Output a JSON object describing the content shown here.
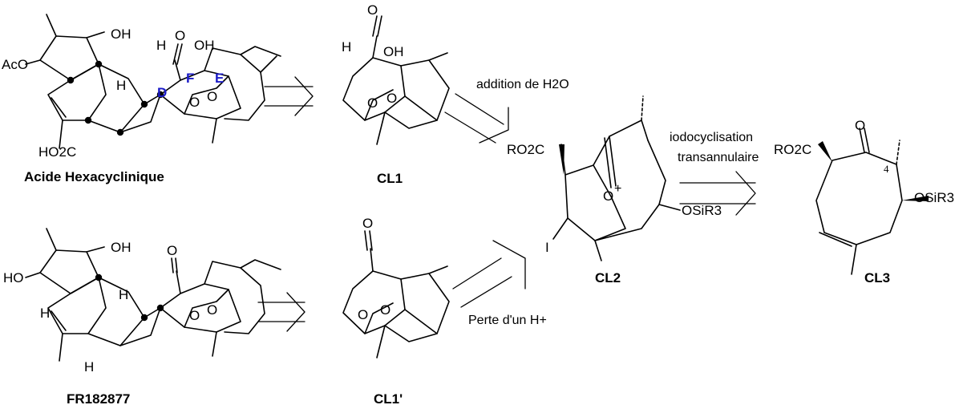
{
  "compounds": {
    "hexacyclinic": {
      "name": "Acide Hexacyclinique",
      "atoms": {
        "oh": "OH",
        "aco": "AcO",
        "h1": "H",
        "h2": "H",
        "o_carbonyl": "O",
        "oh2": "OH",
        "o1": "O",
        "o2": "O",
        "ho2c": "HO2C"
      },
      "ring_labels": {
        "d": "D",
        "f": "F",
        "e": "E"
      }
    },
    "fr182877": {
      "name": "FR182877",
      "atoms": {
        "oh": "OH",
        "ho": "HO",
        "h_a": "H",
        "h_b": "H",
        "h_c": "H",
        "o_carbonyl": "O",
        "o1": "O",
        "o2": "O"
      }
    },
    "cl1": {
      "name": "CL1",
      "atoms": {
        "h": "H",
        "o_carbonyl": "O",
        "oh": "OH",
        "o1": "O",
        "o2": "O"
      }
    },
    "cl1p": {
      "name": "CL1'",
      "atoms": {
        "o_carbonyl": "O",
        "o1": "O",
        "o2": "O"
      }
    },
    "cl2": {
      "name": "CL2",
      "atoms": {
        "ro2c": "RO2C",
        "oplus": "O",
        "plus": "+",
        "i": "I",
        "osir3": "OSiR3"
      }
    },
    "cl3": {
      "name": "CL3",
      "atoms": {
        "ro2c": "RO2C",
        "o": "O",
        "locant": "4",
        "osir3": "OSiR3"
      }
    }
  },
  "steps": {
    "water": {
      "label": "addition de H2O"
    },
    "proton": {
      "label": "Perte d'un H+"
    },
    "iodo": {
      "line1": "iodocyclisation",
      "line2": "transannulaire"
    }
  }
}
